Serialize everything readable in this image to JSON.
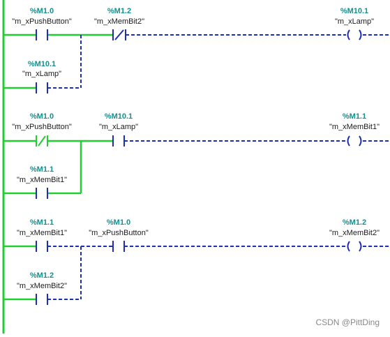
{
  "colors": {
    "energized": "#22cc33",
    "unpowered": "#1e2fb0",
    "element": "#1e2fb0",
    "address": "#13908f",
    "symbol": "#1a1a1a",
    "watermark": "#888888"
  },
  "rungs": [
    {
      "contacts": [
        {
          "type": "NO",
          "address": "%M1.0",
          "symbol": "\"m_xPushButton\""
        },
        {
          "type": "NC",
          "address": "%M1.2",
          "symbol": "\"m_xMemBit2\""
        },
        {
          "type": "NO",
          "address": "%M10.1",
          "symbol": "\"m_xLamp\""
        }
      ],
      "coil": {
        "type": "coil",
        "address": "%M10.1",
        "symbol": "\"m_xLamp\""
      }
    },
    {
      "contacts": [
        {
          "type": "NC",
          "address": "%M1.0",
          "symbol": "\"m_xPushButton\""
        },
        {
          "type": "NO",
          "address": "%M10.1",
          "symbol": "\"m_xLamp\""
        },
        {
          "type": "NO",
          "address": "%M1.1",
          "symbol": "\"m_xMemBit1\""
        }
      ],
      "coil": {
        "type": "coil",
        "address": "%M1.1",
        "symbol": "\"m_xMemBit1\""
      }
    },
    {
      "contacts": [
        {
          "type": "NO",
          "address": "%M1.1",
          "symbol": "\"m_xMemBit1\""
        },
        {
          "type": "NO",
          "address": "%M1.0",
          "symbol": "\"m_xPushButton\""
        },
        {
          "type": "NO",
          "address": "%M1.2",
          "symbol": "\"m_xMemBit2\""
        }
      ],
      "coil": {
        "type": "coil",
        "address": "%M1.2",
        "symbol": "\"m_xMemBit2\""
      }
    }
  ],
  "watermark": "CSDN @PittDing"
}
